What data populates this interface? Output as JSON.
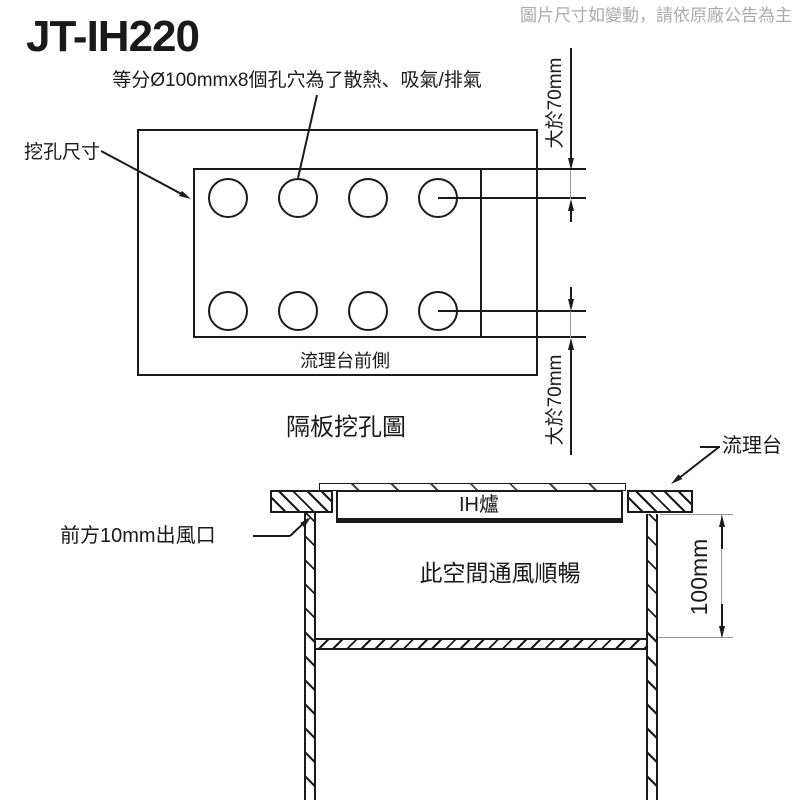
{
  "header": {
    "title": "JT-IH220",
    "disclaimer": "圖片尺寸如變動，請依原廠公告為主"
  },
  "top_view": {
    "hole_note": "等分Ø100mmx8個孔穴為了散熱、吸氣/排氣",
    "cutout_label": "挖孔尺寸",
    "front_edge_label": "流理台前側",
    "caption": "隔板挖孔圖",
    "dim_top": "大於70mm",
    "dim_bottom": "大於70mm"
  },
  "section_view": {
    "countertop_label": "流理台",
    "stove_label": "IH爐",
    "ventilation_note": "此空間通風順暢",
    "front_outlet_label": "前方10mm出風口",
    "height_dim": "100mm"
  },
  "colors": {
    "line": "#1a1a1a",
    "dim_line": "#9a9a9a",
    "muted_text": "#ababab"
  }
}
